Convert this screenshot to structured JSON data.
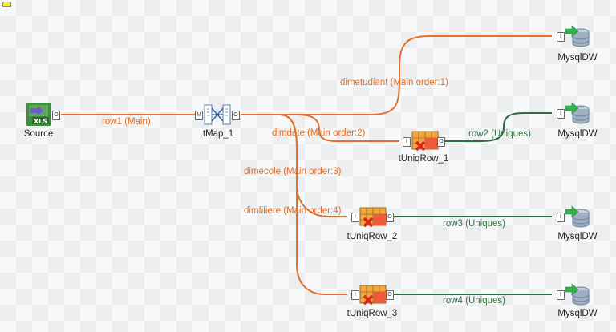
{
  "components": {
    "source": {
      "name": "Source",
      "type_badge": "XLS",
      "icon": "excel-file-icon"
    },
    "tmap": {
      "name": "tMap_1",
      "icon": "tmap-icon",
      "input_port": "M",
      "output_port": "O"
    },
    "uniq1": {
      "name": "tUniqRow_1",
      "icon": "tuniqrow-icon"
    },
    "uniq2": {
      "name": "tUniqRow_2",
      "icon": "tuniqrow-icon"
    },
    "uniq3": {
      "name": "tUniqRow_3",
      "icon": "tuniqrow-icon"
    },
    "db1": {
      "name": "MysqlDW",
      "icon": "mysql-output-icon"
    },
    "db2": {
      "name": "MysqlDW",
      "icon": "mysql-output-icon"
    },
    "db3": {
      "name": "MysqlDW",
      "icon": "mysql-output-icon"
    },
    "db4": {
      "name": "MysqlDW",
      "icon": "mysql-output-icon"
    }
  },
  "ports": {
    "input": "I",
    "output": "O"
  },
  "links": {
    "row1": "row1 (Main)",
    "dimetudiant": "dimetudiant (Main order:1)",
    "dimdate": "dimdate (Main order:2)",
    "dimecole": "dimecole (Main order:3)",
    "dimfiliere": "dimfiliere (Main order:4)",
    "row2": "row2 (Uniques)",
    "row3": "row3 (Uniques)",
    "row4": "row4 (Uniques)"
  },
  "colors": {
    "main_link": "#e2702a",
    "uniques_link": "#2e6b45",
    "error_mark": "#d8261e",
    "db_arrow": "#2fb34a",
    "db_cylinder": "#7f93ad"
  }
}
